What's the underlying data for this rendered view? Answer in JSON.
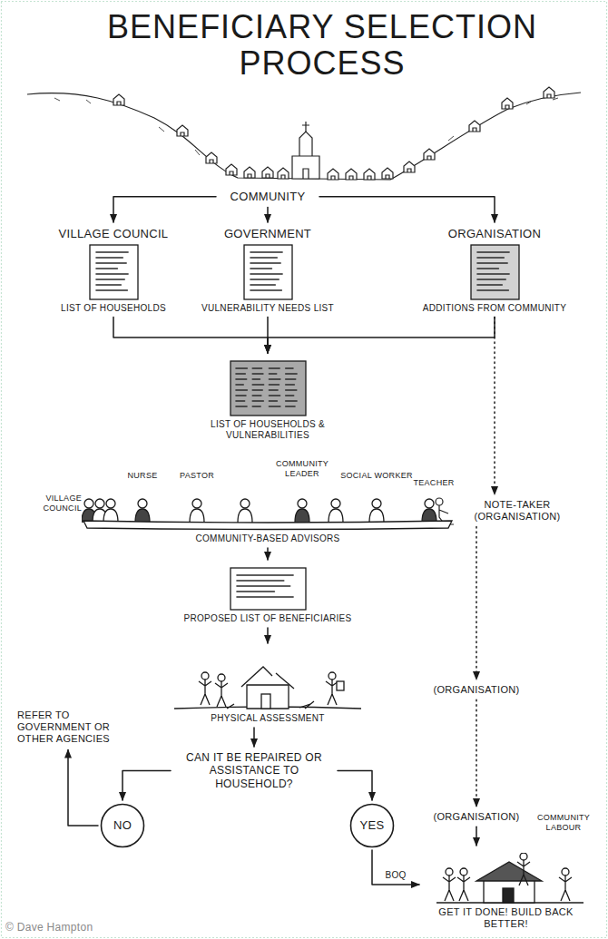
{
  "diagram": {
    "title": "BENEFICIARY SELECTION PROCESS",
    "nodes": [
      {
        "text": [
          "COMMUNITY"
        ]
      },
      {
        "text": [
          "VILLAGE COUNCIL",
          "LIST OF HOUSEHOLDS"
        ]
      },
      {
        "text": [
          "GOVERNMENT",
          "VULNERABILITY NEEDS LIST"
        ]
      },
      {
        "text": [
          "ORGANISATION",
          "ADDITIONS FROM COMMUNITY"
        ]
      },
      {
        "text": [
          "LIST OF HOUSEHOLDS & VULNERABILITIES"
        ]
      },
      {
        "text": [
          "COMMUNITY-BASED ADVISORS"
        ]
      },
      {
        "text": [
          "NOTE-TAKER (ORGANISATION)"
        ]
      },
      {
        "text": [
          "PROPOSED LIST OF BENEFICIARIES"
        ]
      },
      {
        "text": [
          "PHYSICAL ASSESSMENT"
        ]
      },
      {
        "text": [
          "(ORGANISATION)"
        ]
      },
      {
        "text": [
          "CAN IT BE REPAIRED OR ASSISTANCE TO HOUSEHOLD?"
        ]
      },
      {
        "text": [
          "NO"
        ]
      },
      {
        "text": [
          "YES"
        ]
      },
      {
        "text": [
          "REFER TO GOVERNMENT OR OTHER AGENCIES"
        ]
      },
      {
        "text": [
          "(ORGANISATION)"
        ]
      },
      {
        "text": [
          "GET IT DONE! BUILD BACK BETTER!"
        ]
      }
    ],
    "edges": [
      {
        "from": 0,
        "to": 1,
        "arrow": "to"
      },
      {
        "from": 0,
        "to": 2,
        "arrow": "to"
      },
      {
        "from": 0,
        "to": 3,
        "arrow": "to"
      },
      {
        "from": 1,
        "to": 4,
        "arrow": "to"
      },
      {
        "from": 2,
        "to": 4,
        "arrow": "to"
      },
      {
        "from": 3,
        "to": 4,
        "arrow": "to"
      },
      {
        "from": 3,
        "to": 6,
        "arrow": "to"
      },
      {
        "from": 5,
        "to": 7,
        "arrow": "to"
      },
      {
        "from": 6,
        "to": 9,
        "arrow": "to"
      },
      {
        "from": 7,
        "to": 8,
        "arrow": "to"
      },
      {
        "from": 8,
        "to": 10,
        "arrow": "to"
      },
      {
        "from": 9,
        "to": 14,
        "arrow": "to"
      },
      {
        "from": 10,
        "to": 11,
        "arrow": "to"
      },
      {
        "from": 10,
        "to": 12,
        "arrow": "to"
      },
      {
        "from": 11,
        "to": 13,
        "arrow": "to"
      },
      {
        "from": 12,
        "to": 15,
        "arrow": "to",
        "label": "BOQ"
      },
      {
        "from": 14,
        "to": 15,
        "arrow": "to"
      }
    ],
    "labels": [
      "VILLAGE COUNCIL",
      "NURSE",
      "PASTOR",
      "COMMUNITY LEADER",
      "SOCIAL WORKER",
      "TEACHER",
      "COMMUNITY LABOUR",
      "© Dave Hampton"
    ]
  }
}
